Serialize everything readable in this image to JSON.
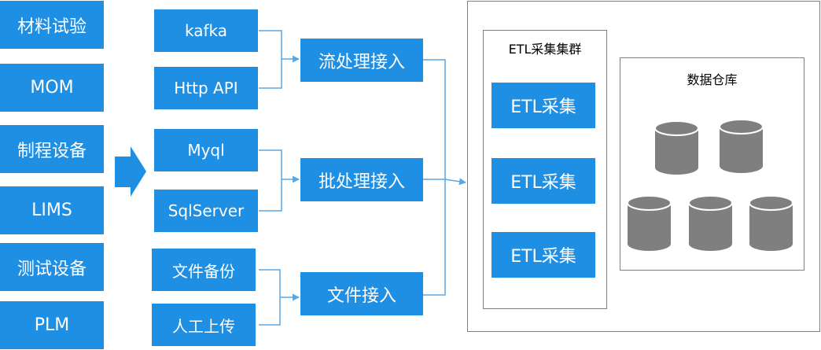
{
  "colors": {
    "box_fill": "#1f8fe3",
    "box_text": "#ffffff",
    "wire": "#5aa7e6",
    "frame_border": "#7f7f7f",
    "cylinder": "#7f7f7f"
  },
  "sources": [
    "材料试验",
    "MOM",
    "制程设备",
    "LIMS",
    "测试设备",
    "PLM"
  ],
  "inputs": [
    "kafka",
    "Http API",
    "Myql",
    "SqlServer",
    "文件备份",
    "人工上传"
  ],
  "ingest": [
    "流处理接入",
    "批处理接入",
    "文件接入"
  ],
  "etl_cluster": {
    "title": "ETL采集集群",
    "nodes": [
      "ETL采集",
      "ETL采集",
      "ETL采集"
    ]
  },
  "warehouse": {
    "title": "数据仓库",
    "icon": "database-cylinder-icon",
    "cylinder_count": 5
  },
  "arrow": {
    "icon": "right-block-arrow-icon"
  }
}
